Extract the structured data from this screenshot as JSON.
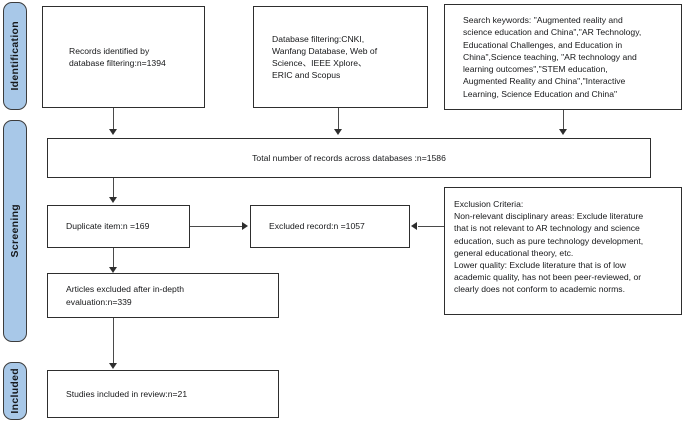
{
  "diagram": {
    "type": "prisma-flow-diagram",
    "accent_color": "#a8c8e8",
    "border_color": "#2e2e2e",
    "background_color": "#ffffff"
  },
  "stages": [
    {
      "id": "identification",
      "label": "Identification"
    },
    {
      "id": "screening",
      "label": "Screening"
    },
    {
      "id": "included",
      "label": "Included"
    }
  ],
  "boxes": {
    "records_identified": "Records identified by\ndatabase filtering:n=1394",
    "database_filtering": "Database filtering:CNKI,\nWanfang Database, Web of\nScience、IEEE Xplore、\nERIC and Scopus",
    "search_keywords": "Search keywords: \"Augmented reality and\nscience education and China\",\"AR Technology,\nEducational Challenges, and Education in\nChina\",Science teaching, \"AR technology and\nlearning outcomes\",\"STEM education,\nAugmented Reality and China\",\"Interactive\nLearning, Science Education and China\"",
    "total_records": "Total number of records across databases :n=1586",
    "duplicate_item": "Duplicate item:n =169",
    "excluded_record": "Excluded record:n =1057",
    "exclusion_criteria": "Exclusion Criteria:\nNon-relevant disciplinary areas: Exclude literature\nthat is not relevant to AR technology and science\neducation, such as pure technology development,\ngeneral educational theory, etc.\nLower quality: Exclude literature that is of low\nacademic quality, has not been peer-reviewed, or\nclearly does not conform to academic norms.",
    "articles_excluded": "Articles excluded after in-depth\nevaluation:n=339",
    "studies_included": "Studies included in review:n=21"
  },
  "counts": {
    "records_identified": 1394,
    "total_records": 1586,
    "duplicate_item": 169,
    "excluded_record": 1057,
    "articles_excluded": 339,
    "studies_included": 21
  },
  "databases": [
    "CNKI",
    "Wanfang Database",
    "Web of Science",
    "IEEE Xplore",
    "ERIC",
    "Scopus"
  ],
  "keywords": [
    "Augmented reality and science education and China",
    "AR Technology, Educational Challenges, and Education in China",
    "Science teaching",
    "AR technology and learning outcomes",
    "STEM education, Augmented Reality and China",
    "Interactive Learning, Science Education and China"
  ]
}
